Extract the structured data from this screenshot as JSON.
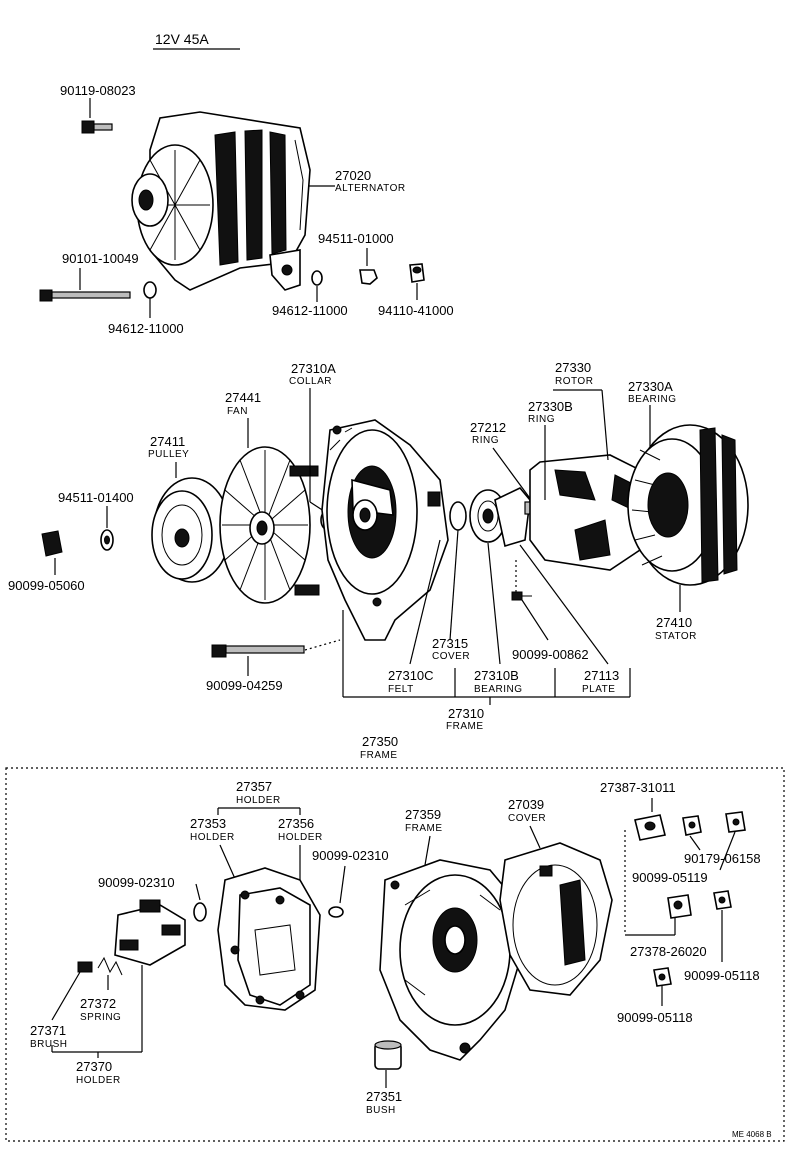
{
  "title": "12V 45A",
  "doc_code": "ME 4068 B",
  "top_assembly": {
    "bolt_top": "90119-08023",
    "alternator": {
      "number": "27020",
      "name": "ALTERNATOR"
    },
    "nut_94511": "94511-01000",
    "bolt_long": "90101-10049",
    "washer_right": "94612-11000",
    "nut_94110": "94110-41000",
    "washer_left": "94612-11000"
  },
  "middle_assembly": {
    "collar": {
      "number": "27310A",
      "name": "COLLAR"
    },
    "fan": {
      "number": "27441",
      "name": "FAN"
    },
    "pulley": {
      "number": "27411",
      "name": "PULLEY"
    },
    "nut_pulley": "94511-01400",
    "washer_nut": "90099-05060",
    "rotor": {
      "number": "27330",
      "name": "ROTOR"
    },
    "rotor_bearing": {
      "number": "27330A",
      "name": "BEARING"
    },
    "rotor_ring": {
      "number": "27330B",
      "name": "RING"
    },
    "ring": {
      "number": "27212",
      "name": "RING"
    },
    "stator": {
      "number": "27410",
      "name": "STATOR"
    },
    "screw": "90099-00862",
    "cover": {
      "number": "27315",
      "name": "COVER"
    },
    "through_bolt": "90099-04259",
    "felt": {
      "number": "27310C",
      "name": "FELT"
    },
    "bearing": {
      "number": "27310B",
      "name": "BEARING"
    },
    "plate": {
      "number": "27113",
      "name": "PLATE"
    },
    "frame": {
      "number": "27310",
      "name": "FRAME"
    }
  },
  "bottom_assembly": {
    "frame_group": {
      "number": "27350",
      "name": "FRAME"
    },
    "holder_group": {
      "number": "27357",
      "name": "HOLDER"
    },
    "holder_a": {
      "number": "27353",
      "name": "HOLDER"
    },
    "holder_b": {
      "number": "27356",
      "name": "HOLDER"
    },
    "frame": {
      "number": "27359",
      "name": "FRAME"
    },
    "cover": {
      "number": "27039",
      "name": "COVER"
    },
    "insulator_a": "27387-31011",
    "washer_mid": "90099-02310",
    "washer_left": "90099-02310",
    "nut_90179": "90179-06158",
    "nut_05119": "90099-05119",
    "insulator_b": "27378-26020",
    "nut_05118_right": "90099-05118",
    "nut_05118_bottom": "90099-05118",
    "spring": {
      "number": "27372",
      "name": "SPRING"
    },
    "brush": {
      "number": "27371",
      "name": "BRUSH"
    },
    "brush_holder": {
      "number": "27370",
      "name": "HOLDER"
    },
    "bush": {
      "number": "27351",
      "name": "BUSH"
    }
  }
}
